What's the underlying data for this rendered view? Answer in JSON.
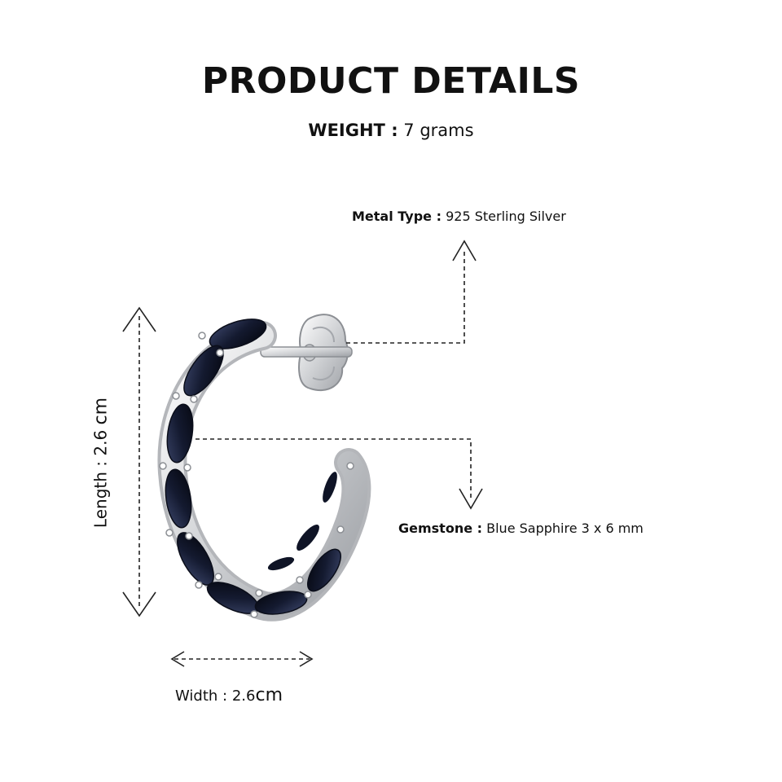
{
  "header": {
    "title": "PRODUCT DETAILS"
  },
  "weight": {
    "key": "WEIGHT :",
    "value": "7 grams"
  },
  "specs": {
    "metal": {
      "key": "Metal Type :",
      "value": "925 Sterling Silver"
    },
    "gemstone": {
      "key": "Gemstone :",
      "value": "Blue Sapphire 3 x 6 mm"
    },
    "length": {
      "key": "Length :",
      "value": "2.6",
      "unit": "cm"
    },
    "width": {
      "key": "Width :",
      "value": "2.6",
      "unit": "cm"
    }
  },
  "colors": {
    "metal": "#d9dadc",
    "stone": "#1b2340",
    "line": "#222222"
  },
  "icons": {
    "product": "sapphire-hoop-earring-icon"
  }
}
